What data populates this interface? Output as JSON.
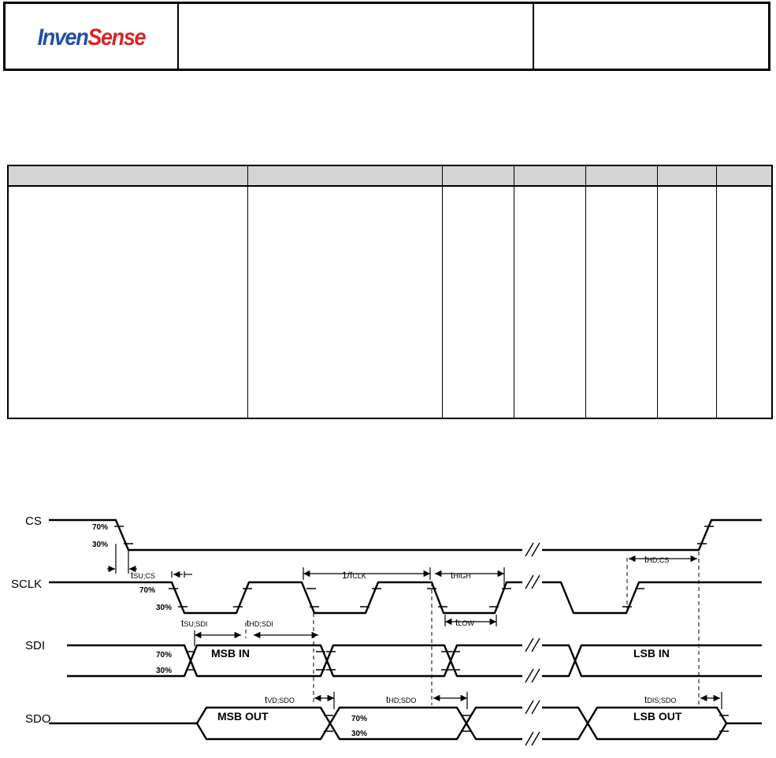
{
  "header": {
    "logo": {
      "part1": "Inven",
      "part2": "Sense",
      "color1": "#1d4fa6",
      "color2": "#d7262c"
    }
  },
  "table": {
    "header_color": "#d4d4d4"
  },
  "diagram": {
    "signals": {
      "cs": "CS",
      "sclk": "SCLK",
      "sdi": "SDI",
      "sdo": "SDO"
    },
    "thresholds": {
      "high": "70%",
      "low": "30%"
    },
    "params": {
      "tsu_cs": {
        "t": "t",
        "sub": "SU;CS"
      },
      "tsu_sdi": {
        "t": "t",
        "sub": "SU;SDI"
      },
      "thd_sdi": {
        "t": "t",
        "sub": "HD;SDI"
      },
      "fclk": {
        "t": "1/f",
        "sub": "CLK"
      },
      "thigh": {
        "t": "t",
        "sub": "HIGH"
      },
      "tlow": {
        "t": "t",
        "sub": "LOW"
      },
      "thd_cs": {
        "t": "t",
        "sub": "HD;CS"
      },
      "tvd_sdo": {
        "t": "t",
        "sub": "VD;SDO"
      },
      "thd_sdo": {
        "t": "t",
        "sub": "HD;SDO"
      },
      "tdis_sdo": {
        "t": "t",
        "sub": "DIS;SDO"
      }
    },
    "bus_labels": {
      "msb_in": "MSB IN",
      "lsb_in": "LSB IN",
      "msb_out": "MSB OUT",
      "lsb_out": "LSB OUT"
    }
  }
}
